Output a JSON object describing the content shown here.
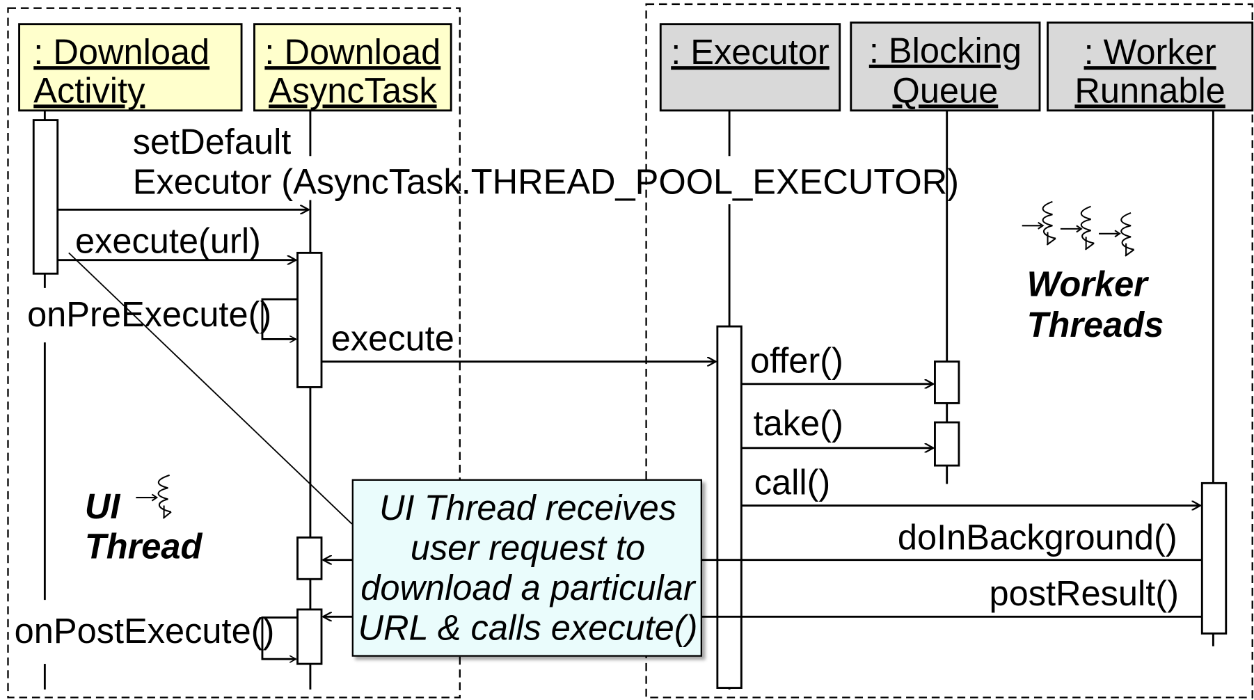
{
  "colors": {
    "ui_object_fill": "#ffffcc",
    "worker_object_fill": "#d9d9d9",
    "note_fill": "#eafcfc",
    "line": "#000000"
  },
  "objects": {
    "download_activity": [
      ": Download",
      "Activity"
    ],
    "download_asynctask": [
      ": Download",
      "AsyncTask"
    ],
    "executor": ": Executor",
    "blocking_queue": [
      ": Blocking",
      "Queue"
    ],
    "worker_runnable": [
      ": Worker",
      "Runnable"
    ]
  },
  "messages": {
    "set_default_executor": [
      "setDefault",
      "Executor (AsyncTask.THREAD_POOL_EXECUTOR)"
    ],
    "execute_url": "execute(url)",
    "on_pre_execute": "onPreExecute()",
    "execute": "execute",
    "offer": "offer()",
    "take": "take()",
    "call": "call()",
    "do_in_background": "doInBackground()",
    "post_result": "postResult()",
    "on_post_execute": "onPostExecute()"
  },
  "labels": {
    "ui_thread": [
      "UI",
      "Thread"
    ],
    "worker_threads": [
      "Worker",
      "Threads"
    ]
  },
  "icons": {
    "thread_icon": "thread-spiral",
    "worker_threads_icon": "three-thread-spirals"
  },
  "note": {
    "lines": [
      "UI Thread receives",
      "user request to",
      "download a particular",
      "URL & calls execute()"
    ]
  }
}
